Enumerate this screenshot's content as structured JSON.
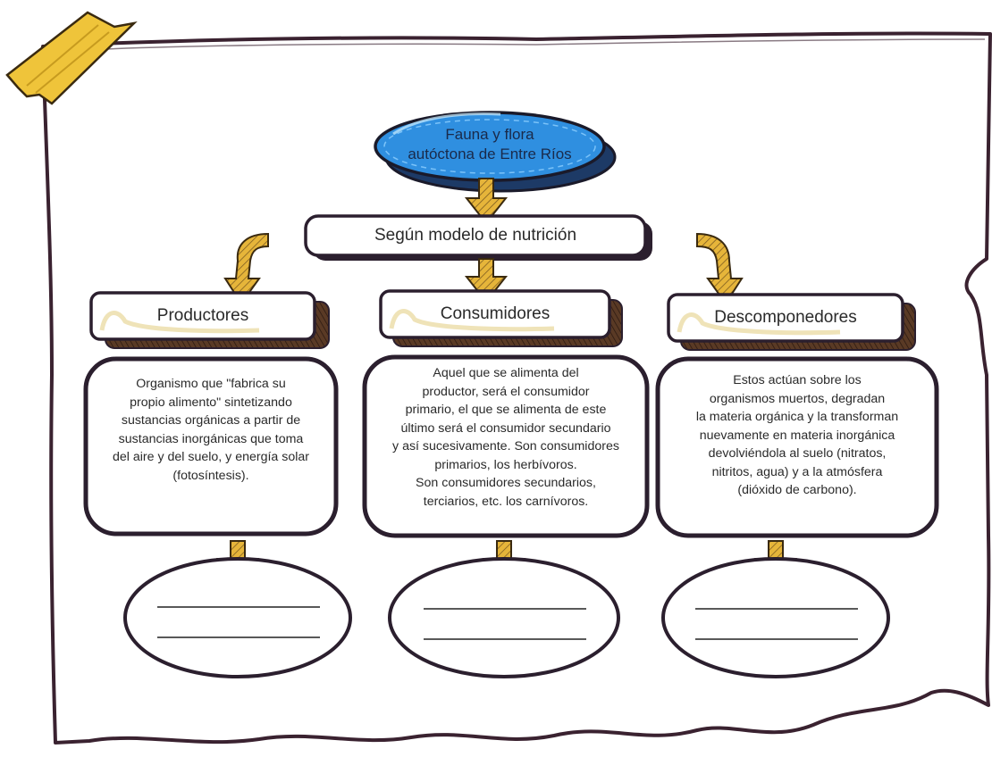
{
  "title": {
    "line1": "Fauna y flora",
    "line2": "autóctona de Entre Ríos"
  },
  "model_label": "Según modelo de nutrición",
  "categories": [
    {
      "name": "Productores",
      "description": [
        "Organismo que \"fabrica su",
        "propio  alimento\" sintetizando",
        "sustancias orgánicas a partir de",
        "sustancias inorgánicas que toma",
        "del aire y del suelo, y energía solar",
        "(fotosíntesis)."
      ]
    },
    {
      "name": "Consumidores",
      "description": [
        "Aquel que se alimenta del",
        "productor, será el consumidor",
        "primario, el que se alimenta de este",
        "último será el consumidor secundario",
        "y así sucesivamente. Son consumidores",
        "primarios, los herbívoros.",
        "Son consumidores secundarios,",
        "terciarios, etc. los carnívoros."
      ]
    },
    {
      "name": "Descomponedores",
      "description": [
        "Estos actúan sobre los",
        "organismos muertos, degradan",
        "la materia orgánica y la transforman",
        "nuevamente en materia inorgánica",
        "devolviéndola al suelo (nitratos,",
        "nitritos, agua) y a la atmósfera",
        "(dióxido de carbono)."
      ]
    }
  ],
  "colors": {
    "ink": "#2b1f2e",
    "title_fill": "#2f8fe0",
    "arrow": "#e6b53a",
    "shadow": "#5a3a25",
    "highlight": "#efe3b8"
  }
}
